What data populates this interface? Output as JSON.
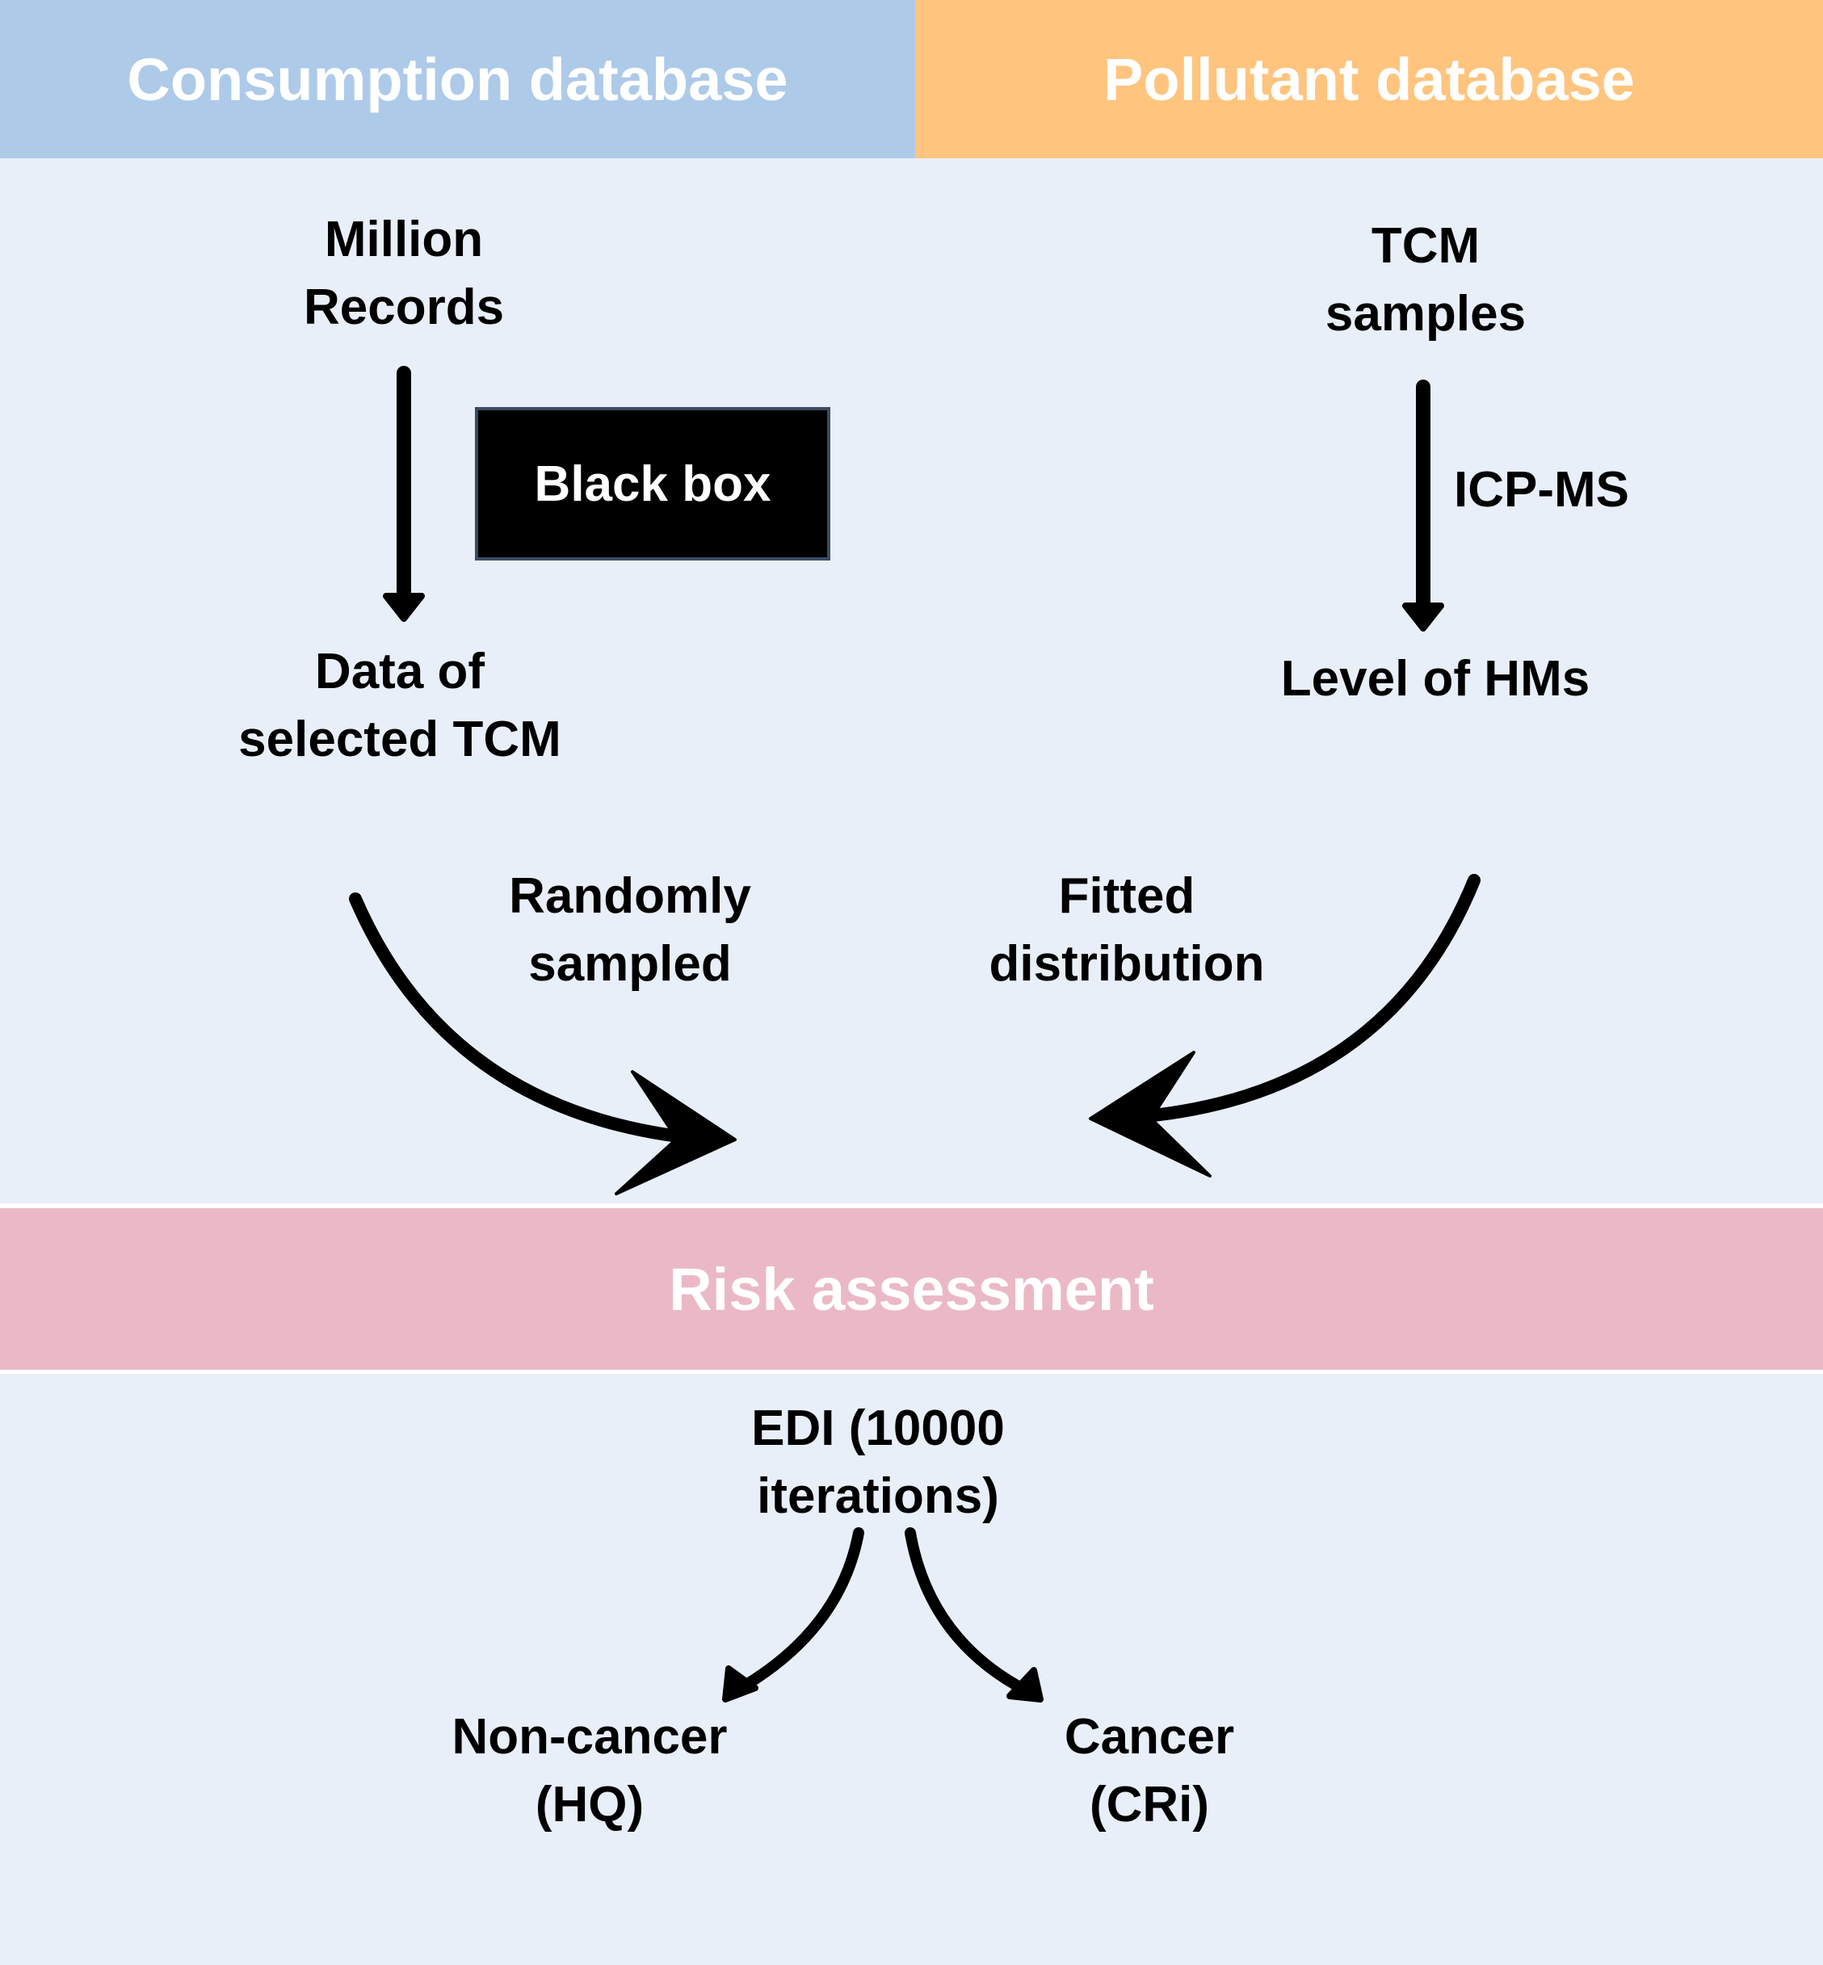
{
  "headers": {
    "consumption": "Consumption database",
    "pollutant": "Pollutant database",
    "risk": "Risk assessment"
  },
  "consumption": {
    "source_line1": "Million",
    "source_line2": "Records",
    "blackbox": "Black box",
    "result_line1": "Data of",
    "result_line2": "selected TCM",
    "flow_line1": "Randomly",
    "flow_line2": "sampled"
  },
  "pollutant": {
    "source_line1": "TCM",
    "source_line2": "samples",
    "method": "ICP-MS",
    "result": "Level of HMs",
    "flow_line1": "Fitted",
    "flow_line2": "distribution"
  },
  "risk": {
    "edi_line1": "EDI (10000",
    "edi_line2": "iterations)",
    "noncancer_line1": "Non-cancer",
    "noncancer_line2": "(HQ)",
    "cancer_line1": "Cancer",
    "cancer_line2": "(CRi)"
  },
  "colors": {
    "consumption_header": "#aecae9",
    "pollutant_header": "#ffc47e",
    "risk_header": "#ebb9c6",
    "background": "#e9eff8",
    "divider": "#ffffff"
  }
}
